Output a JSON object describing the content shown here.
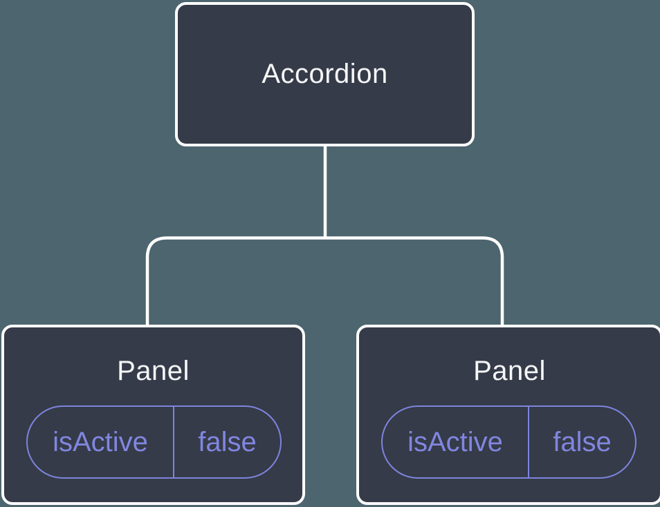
{
  "diagram": {
    "type": "component-tree",
    "colors": {
      "background": "#4d656e",
      "node_fill": "#353b48",
      "node_border": "#ffffff",
      "connector": "#ffffff",
      "accent": "#7e84de",
      "accent_text": "#8186e0",
      "title_text": "#f5f6f8"
    },
    "root": {
      "label": "Accordion"
    },
    "children": [
      {
        "label": "Panel",
        "props": [
          {
            "name": "isActive",
            "value": "false"
          }
        ]
      },
      {
        "label": "Panel",
        "props": [
          {
            "name": "isActive",
            "value": "false"
          }
        ]
      }
    ]
  }
}
